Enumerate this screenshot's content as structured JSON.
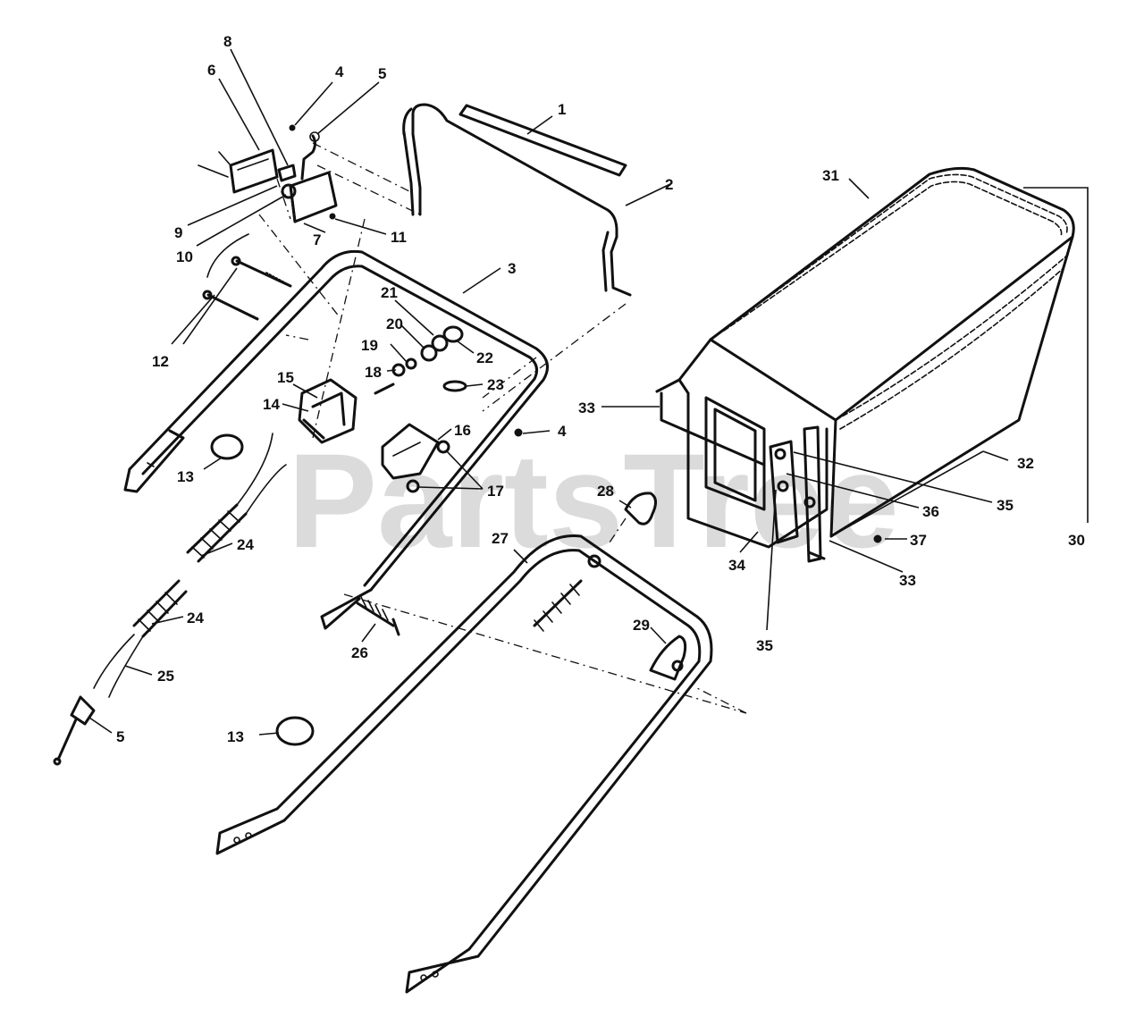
{
  "watermark": "PartsTree",
  "callouts": [
    {
      "id": "c1",
      "label": "1"
    },
    {
      "id": "c2",
      "label": "2"
    },
    {
      "id": "c3",
      "label": "3"
    },
    {
      "id": "c4a",
      "label": "4"
    },
    {
      "id": "c4b",
      "label": "4"
    },
    {
      "id": "c5a",
      "label": "5"
    },
    {
      "id": "c5b",
      "label": "5"
    },
    {
      "id": "c6",
      "label": "6"
    },
    {
      "id": "c7",
      "label": "7"
    },
    {
      "id": "c8",
      "label": "8"
    },
    {
      "id": "c9",
      "label": "9"
    },
    {
      "id": "c10",
      "label": "10"
    },
    {
      "id": "c11",
      "label": "11"
    },
    {
      "id": "c12",
      "label": "12"
    },
    {
      "id": "c13a",
      "label": "13"
    },
    {
      "id": "c13b",
      "label": "13"
    },
    {
      "id": "c14",
      "label": "14"
    },
    {
      "id": "c15",
      "label": "15"
    },
    {
      "id": "c16",
      "label": "16"
    },
    {
      "id": "c17",
      "label": "17"
    },
    {
      "id": "c18",
      "label": "18"
    },
    {
      "id": "c19",
      "label": "19"
    },
    {
      "id": "c20",
      "label": "20"
    },
    {
      "id": "c21",
      "label": "21"
    },
    {
      "id": "c22",
      "label": "22"
    },
    {
      "id": "c23",
      "label": "23"
    },
    {
      "id": "c24a",
      "label": "24"
    },
    {
      "id": "c24b",
      "label": "24"
    },
    {
      "id": "c25",
      "label": "25"
    },
    {
      "id": "c26",
      "label": "26"
    },
    {
      "id": "c27",
      "label": "27"
    },
    {
      "id": "c28",
      "label": "28"
    },
    {
      "id": "c29",
      "label": "29"
    },
    {
      "id": "c30",
      "label": "30"
    },
    {
      "id": "c31",
      "label": "31"
    },
    {
      "id": "c32",
      "label": "32"
    },
    {
      "id": "c33a",
      "label": "33"
    },
    {
      "id": "c33b",
      "label": "33"
    },
    {
      "id": "c34",
      "label": "34"
    },
    {
      "id": "c35a",
      "label": "35"
    },
    {
      "id": "c35b",
      "label": "35"
    },
    {
      "id": "c36",
      "label": "36"
    },
    {
      "id": "c37",
      "label": "37"
    }
  ]
}
